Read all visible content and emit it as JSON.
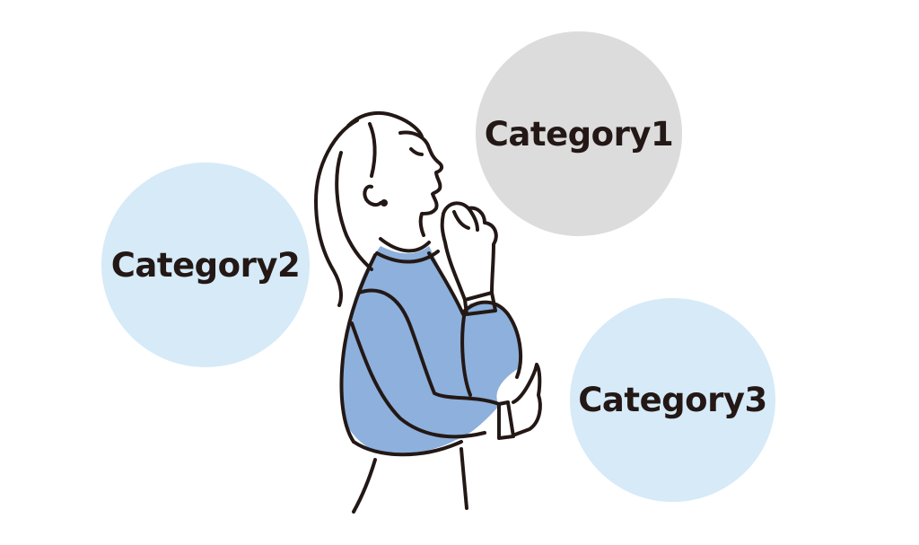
{
  "bubbles": [
    {
      "label": "Category1",
      "color": "#dcdcdc"
    },
    {
      "label": "Category2",
      "color": "#d6eaf8"
    },
    {
      "label": "Category3",
      "color": "#d6eaf8"
    }
  ],
  "illustration": {
    "icon": "thinking-woman-illustration",
    "sweater_color": "#8db0dc",
    "line_color": "#231815"
  }
}
